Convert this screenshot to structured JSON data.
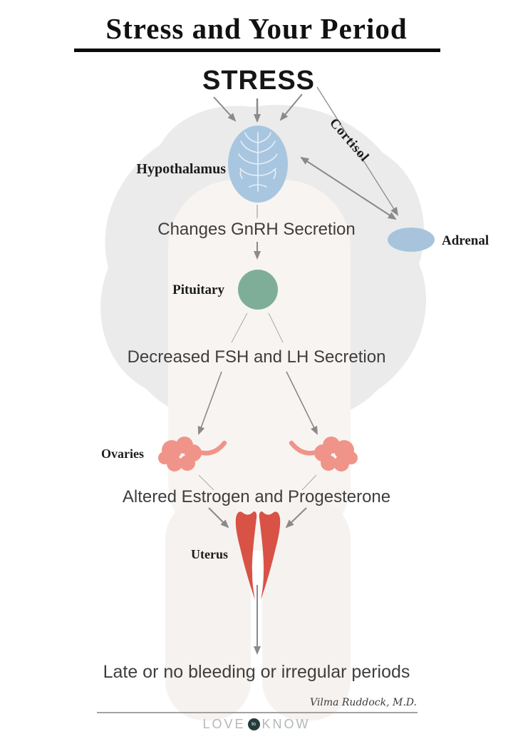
{
  "title": "Stress and Your Period",
  "stress": "STRESS",
  "labels": {
    "hypothalamus": "Hypothalamus",
    "adrenal": "Adrenal",
    "pituitary": "Pituitary",
    "ovaries": "Ovaries",
    "uterus": "Uterus",
    "cortisol": "Cortisol"
  },
  "flow": {
    "gnrh": "Changes GnRH Secretion",
    "fsh_lh": "Decreased FSH and LH Secretion",
    "estrogen": "Altered Estrogen and Progesterone",
    "outcome": "Late or no bleeding or irregular periods"
  },
  "footer": {
    "author": "Vilma Ruddock, M.D.",
    "brand_left": "LOVE",
    "brand_mid": "to",
    "brand_right": "KNOW"
  },
  "colors": {
    "hypothalamus": "#a9c6e0",
    "adrenal": "#a7c4dc",
    "pituitary": "#7fae98",
    "ovaries": "#f0948a",
    "uterus": "#d85246",
    "arrow": "#8a8a8a",
    "silhouette_hair": "#ebebeb"
  }
}
